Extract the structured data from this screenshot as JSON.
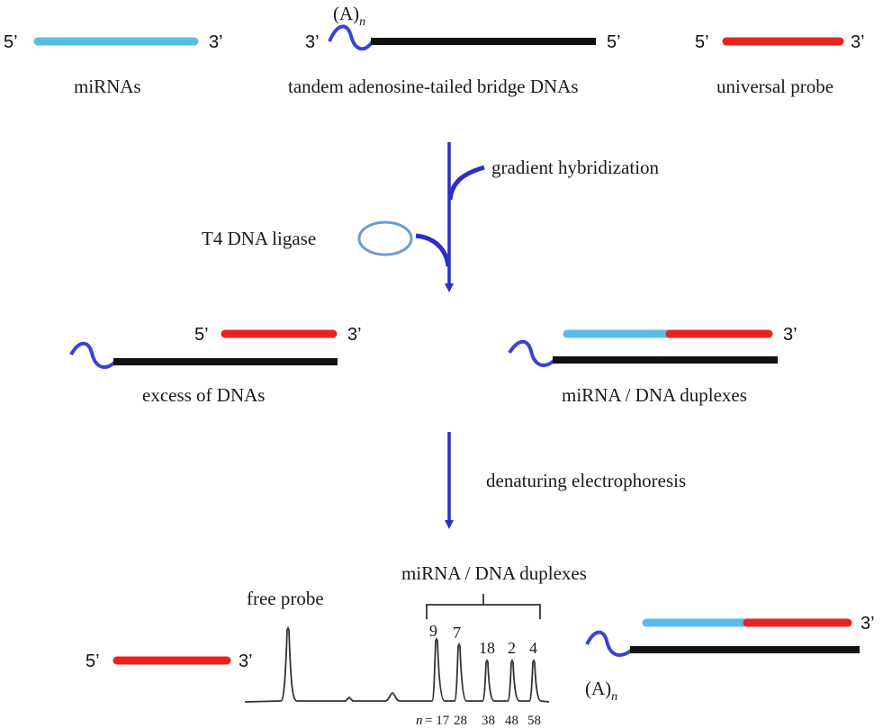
{
  "labels": {
    "mirnas": "miRNAs",
    "bridge": "tandem adenosine-tailed bridge DNAs",
    "probe": "universal probe",
    "an_base": "(A)",
    "an_sub": "n",
    "step1": "gradient hybridization",
    "ligase": "T4 DNA ligase",
    "excess": "excess of DNAs",
    "duplexes": "miRNA / DNA  duplexes",
    "step2": "denaturing electrophoresis",
    "free_probe": "free probe",
    "duplexes_bracket": "miRNA / DNA  duplexes"
  },
  "ends": {
    "five": "5’",
    "three": "3’"
  },
  "electropherogram": {
    "peak_labels": [
      "9",
      "7",
      "18",
      "2",
      "4"
    ],
    "n_label": "n",
    "n_values": [
      "= 17",
      "28",
      "38",
      "48",
      "58"
    ]
  },
  "colors": {
    "mirna": "#5bbbe8",
    "probe": "#e8231f",
    "dna": "#111111",
    "tail": "#3a43d6",
    "arrow": "#2b2fc4",
    "ligase": "#6b9bd6",
    "trace": "#333333"
  }
}
